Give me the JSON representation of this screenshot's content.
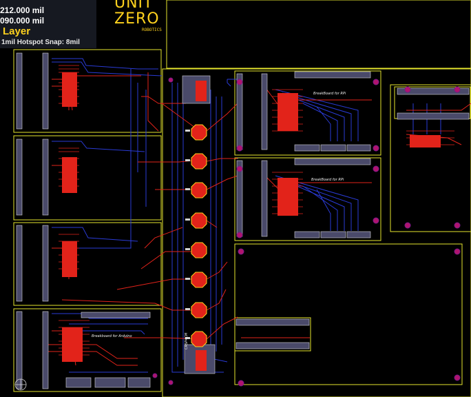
{
  "hud": {
    "x_coord": "212.000 mil",
    "y_coord": "090.000  mil",
    "layer_label": "Layer",
    "snap_info": "1mil Hotspot Snap: 8mil"
  },
  "logo": {
    "line1": "UNIT",
    "line2": "ZERO",
    "small": "ROBOTICS"
  },
  "silkscreen": {
    "label_a": "BreakBoard for RPi",
    "label_b": "BreakBoard for RPi",
    "label_c": "Breakboard for Arduino",
    "label_d": "CRSP4CM"
  },
  "colors": {
    "board_outline": "#e6e62e",
    "top_copper": "#e2231a",
    "bottom_copper": "#2a3bd6",
    "pad": "#d4d4d4",
    "via": "#b0146e",
    "led_fill": "#e2231a",
    "led_outline": "#ffd21e"
  }
}
